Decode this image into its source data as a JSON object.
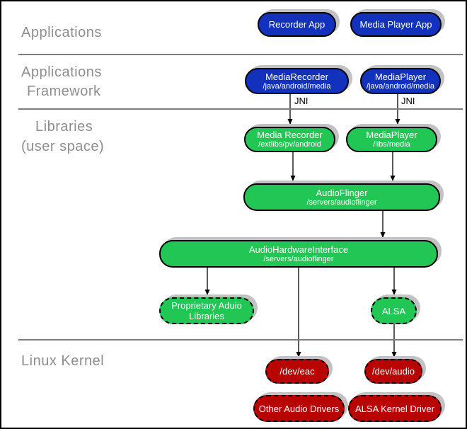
{
  "diagram": {
    "layer_labels": {
      "applications": "Applications",
      "framework_line1": "Applications",
      "framework_line2": "Framework",
      "libraries_line1": "Libraries",
      "libraries_line2": "(user space)",
      "linux_kernel": "Linux Kernel"
    },
    "jni_label": "JNI",
    "nodes": {
      "recorder_app": {
        "title": "Recorder App"
      },
      "media_player_app": {
        "title": "Media Player App"
      },
      "media_recorder_fw": {
        "title": "MediaRecorder",
        "subtitle": "/java/android/media"
      },
      "media_player_fw": {
        "title": "MediaPlayer",
        "subtitle": "/java/android/media"
      },
      "media_recorder_lib": {
        "title": "Media Recorder",
        "subtitle": "/extlibs/pv/android"
      },
      "media_player_lib": {
        "title": "MediaPlayer",
        "subtitle": "/libs/media"
      },
      "audio_flinger": {
        "title": "AudioFlinger",
        "subtitle": "/servers/audioflinger"
      },
      "audio_hw_interface": {
        "title": "AudioHardwareInterface",
        "subtitle": "/servers/audioflinger"
      },
      "proprietary_libs": {
        "title": "Proprietary Aduio Libraries"
      },
      "alsa": {
        "title": "ALSA"
      },
      "dev_eac": {
        "title": "/dev/eac"
      },
      "dev_audio": {
        "title": "/dev/audio"
      },
      "other_audio_drivers": {
        "title": "Other Audio Drivers"
      },
      "alsa_kernel_driver": {
        "title": "ALSA Kernel Driver"
      }
    },
    "colors": {
      "app_blue": "#1232be",
      "lib_green": "#22c655",
      "kernel_red": "#b90404",
      "shadow_gray": "#c2c2c2",
      "label_gray": "#8e8e8e"
    }
  }
}
